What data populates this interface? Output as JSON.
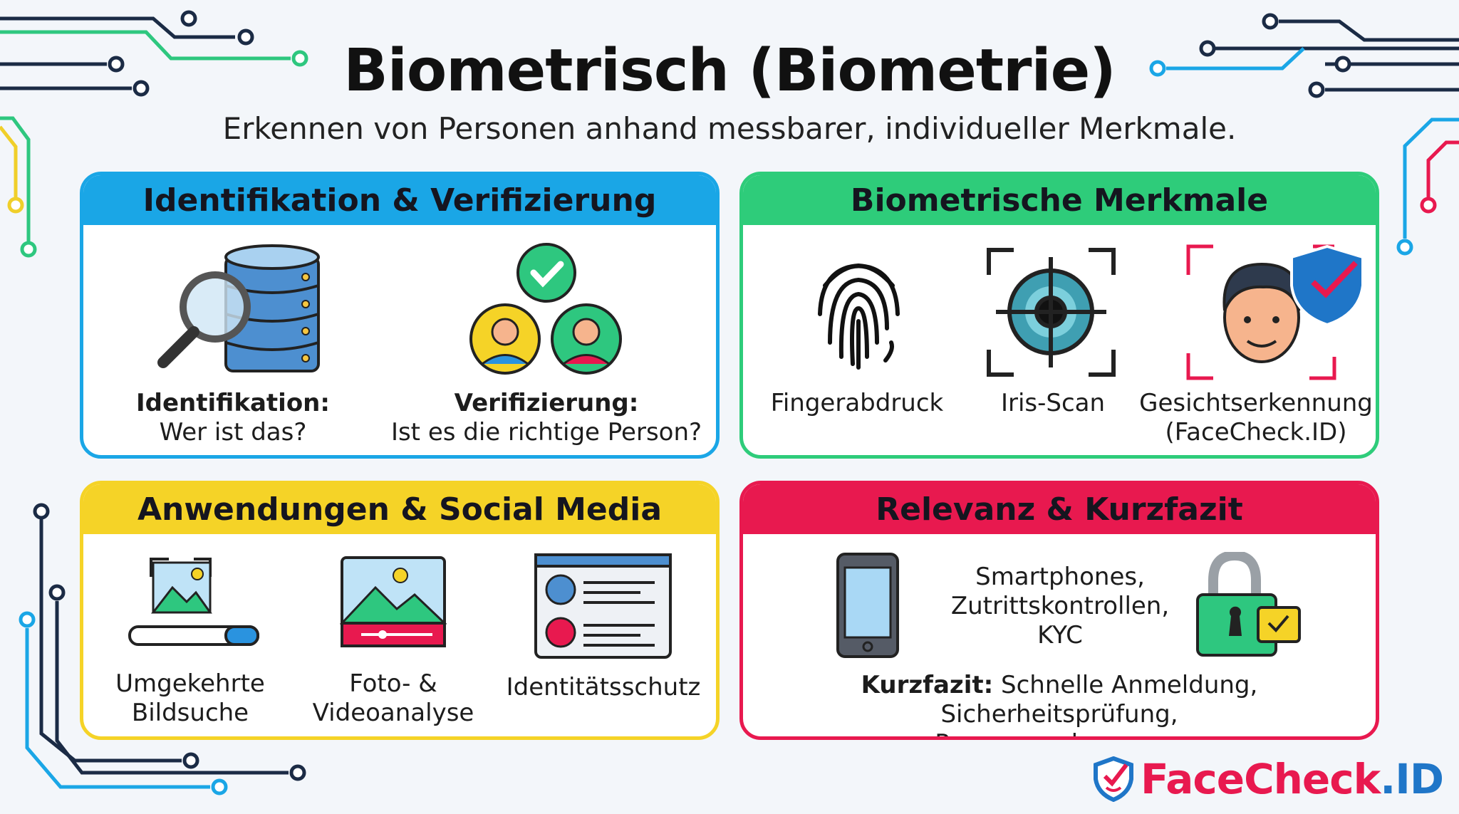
{
  "header": {
    "title": "Biometrisch (Biometrie)",
    "subtitle": "Erkennen von Personen anhand messbarer, individueller Merkmale."
  },
  "panels": {
    "identification": {
      "title": "Identifikation & Verifizierung",
      "color": "#1aa6e6",
      "items": [
        {
          "heading": "Identifikation:",
          "text": "Wer ist das?",
          "icon": "database-search-icon"
        },
        {
          "heading": "Verifizierung:",
          "text": "Ist es die richtige Person?",
          "icon": "verified-persons-icon"
        }
      ]
    },
    "features": {
      "title": "Biometrische Merkmale",
      "color": "#2ecc7a",
      "items": [
        {
          "label": "Fingerabdruck",
          "icon": "fingerprint-icon"
        },
        {
          "label": "Iris-Scan",
          "icon": "iris-scan-icon"
        },
        {
          "label": "Gesichtserkennung",
          "label2": "(FaceCheck.ID)",
          "icon": "face-recognition-icon"
        }
      ]
    },
    "applications": {
      "title": "Anwendungen & Social Media",
      "color": "#f5d327",
      "items": [
        {
          "label": "Umgekehrte",
          "label2": "Bildsuche",
          "icon": "image-search-icon"
        },
        {
          "label": "Foto- &",
          "label2": "Videoanalyse",
          "icon": "video-image-icon"
        },
        {
          "label": "Identitätsschutz",
          "icon": "identity-list-icon"
        }
      ]
    },
    "relevance": {
      "title": "Relevanz & Kurzfazit",
      "color": "#e8194f",
      "uses": [
        "Smartphones,",
        "Zutrittskontrollen,",
        "KYC"
      ],
      "summary_label": "Kurzfazit:",
      "summary_text": "Schnelle Anmeldung, Sicherheitsprüfung,",
      "summary_text2": "Personenerkennung."
    }
  },
  "logo": {
    "text": "FaceCheck",
    "suffix": ".ID",
    "color": "#e8194f",
    "suffix_color": "#1f76c8"
  }
}
